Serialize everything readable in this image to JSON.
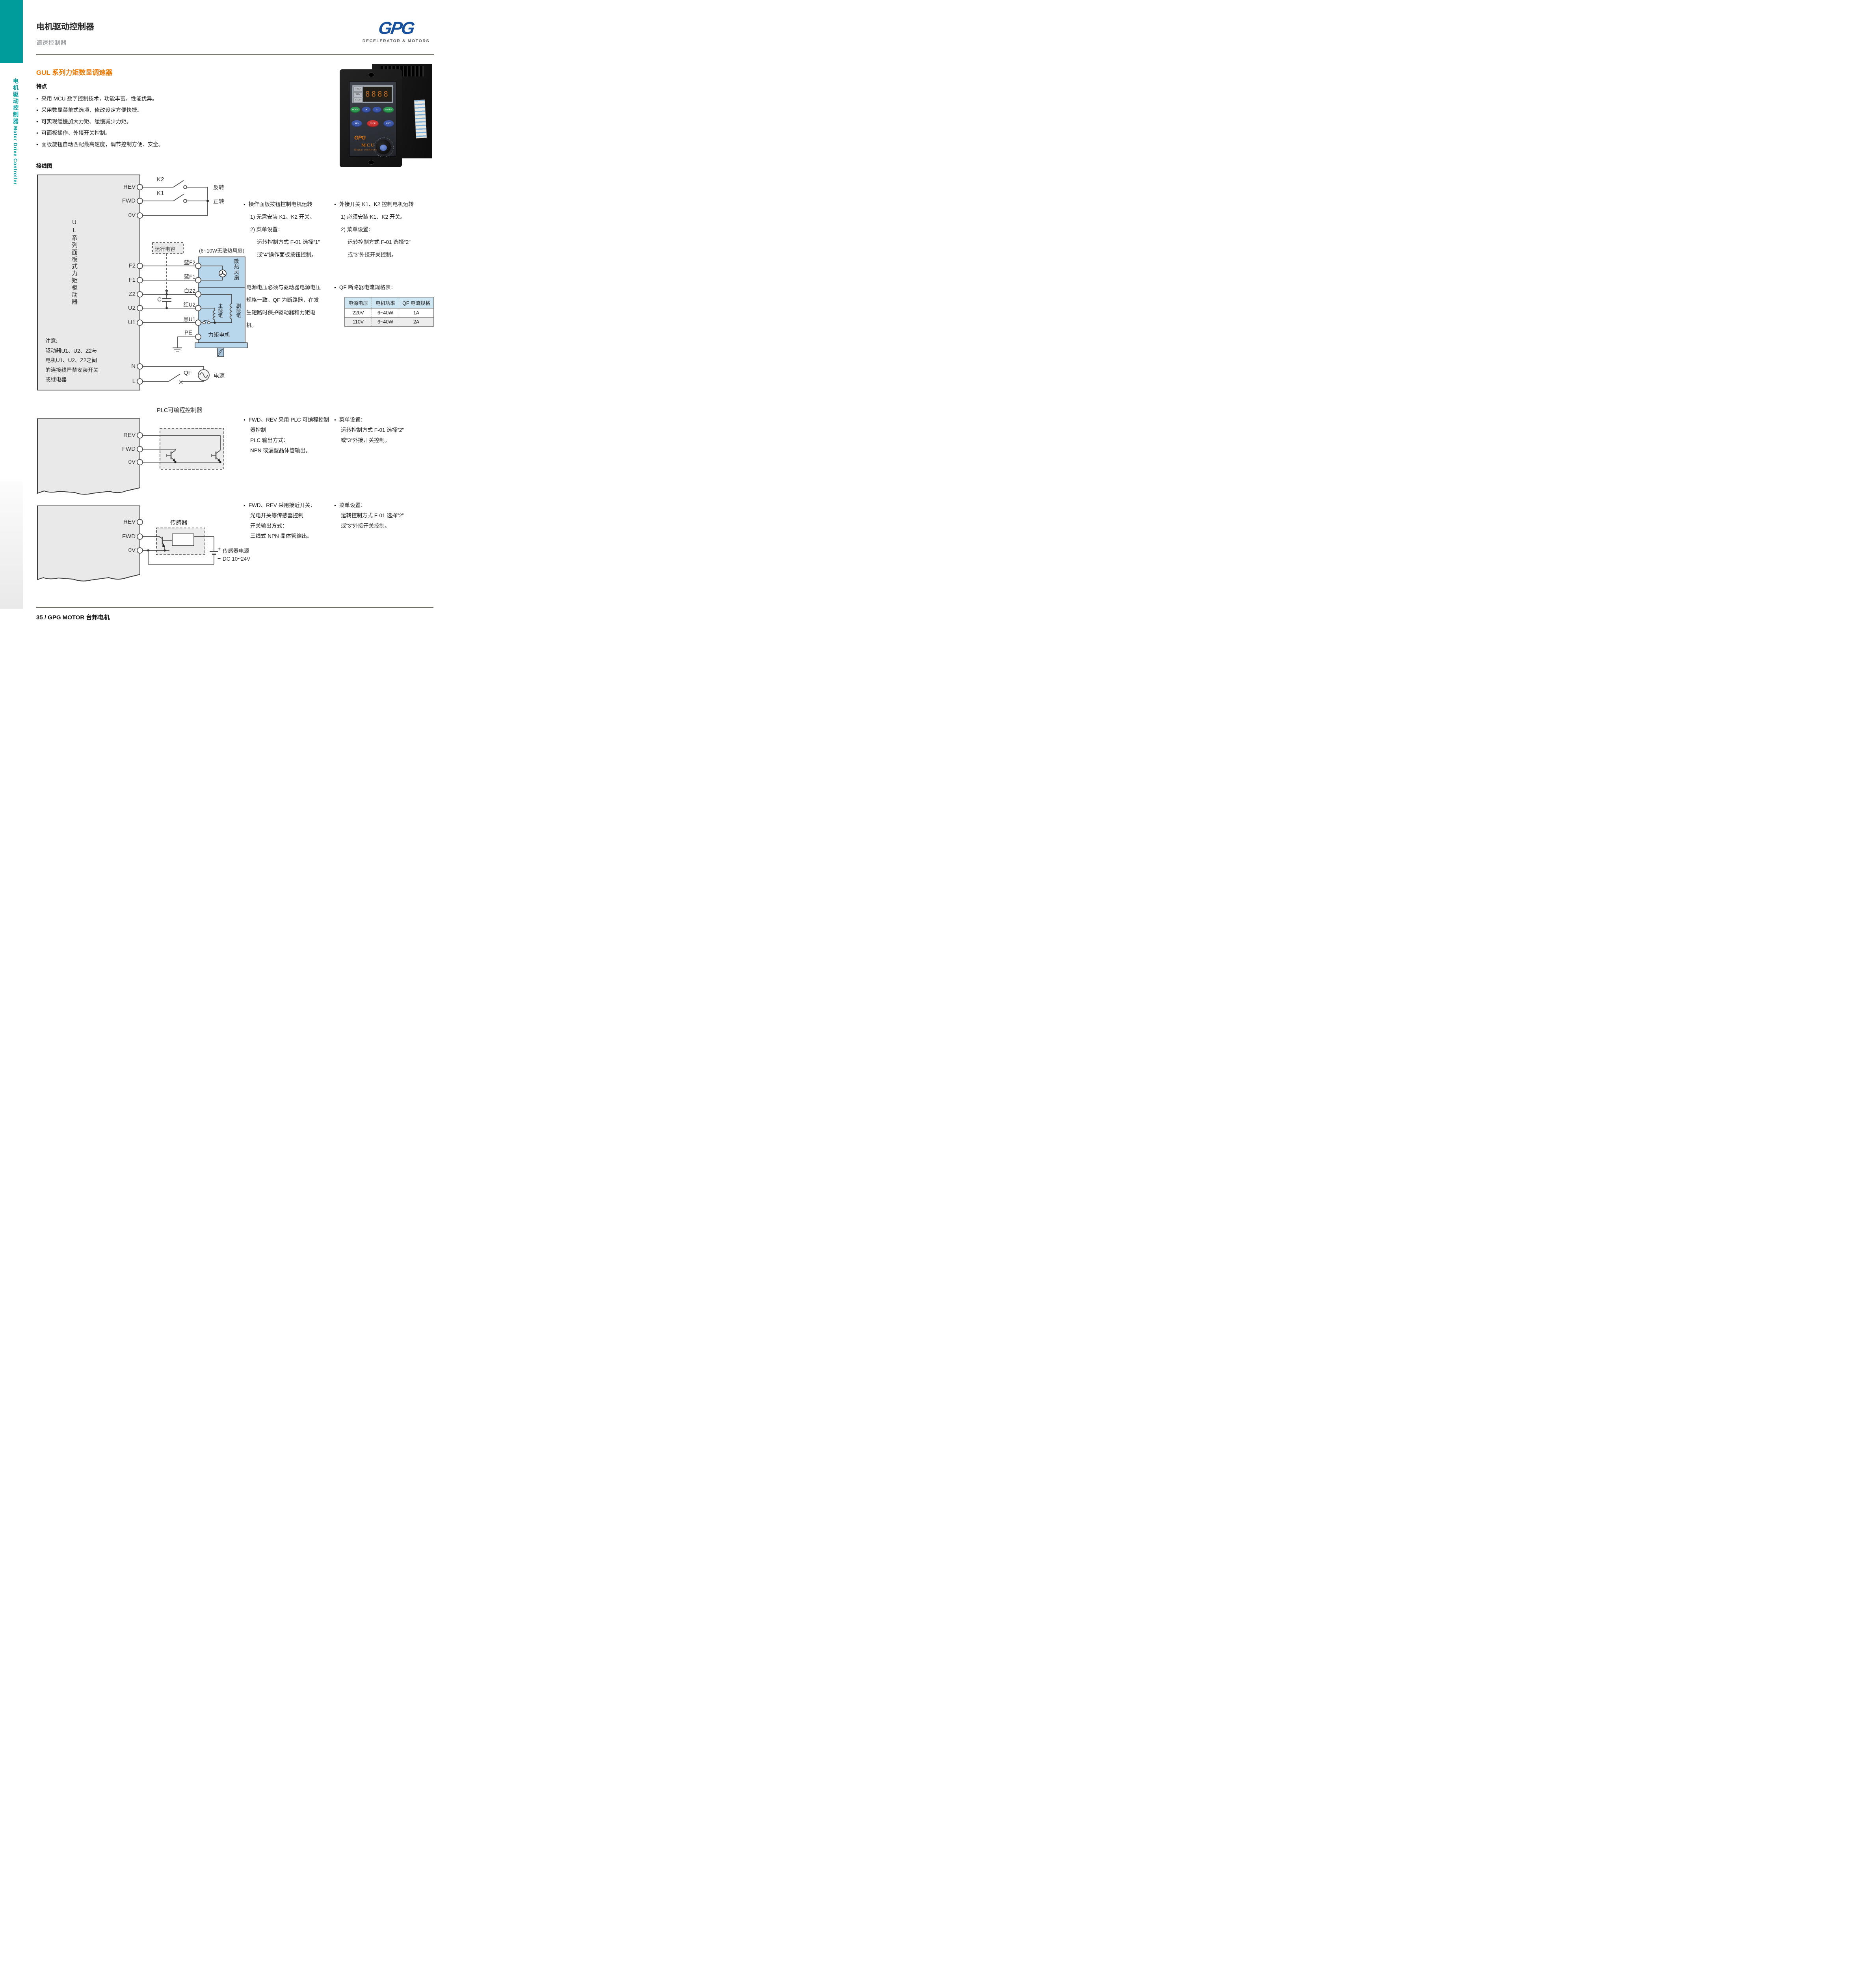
{
  "colors": {
    "brand_teal": "#009b9b",
    "heading_orange": "#ee7800",
    "logo_blue": "#17519e",
    "table_header_blue": "#cfe6f3",
    "motor_block_blue": "#b9d7ec"
  },
  "sidebar": {
    "title_zh": "电机驱动控制器",
    "title_en": "Motor Drive Controller"
  },
  "header": {
    "title": "电机驱动控制器",
    "subtitle": "调速控制器",
    "logo": "GPG",
    "logo_tagline": "DECELERATOR & MOTORS"
  },
  "intro": {
    "heading": "GUL 系列力矩数显调速器",
    "features_title": "特点",
    "features": [
      "采用 MCU 数字控制技术，功能丰富，性能优异。",
      "采用数显菜单式选项，修改设定方便快捷。",
      "可实现缓慢加大力矩、缓慢减少力矩。",
      "可面板操作、外接开关控制。",
      "面板旋钮自动匹配最高速度，调节控制方便、安全。"
    ]
  },
  "device": {
    "indicators": [
      "FWD",
      "REV",
      "STOP"
    ],
    "display": "8888",
    "btn_mode": "MODE",
    "btn_down": "▼",
    "btn_up": "▲",
    "btn_enter": "ENTER",
    "btn_rev": "REV",
    "btn_stop": "STOP",
    "btn_fwd": "FWD",
    "logo": "GPG",
    "mcu": "MCU",
    "sub": "Digtal technology"
  },
  "wiring": {
    "title": "接线图",
    "driver_label": "UL系列面板式力矩驱动器",
    "terminals": {
      "rev": "REV",
      "fwd": "FWD",
      "ov": "0V",
      "f2": "F2",
      "f1": "F1",
      "z2": "Z2",
      "u2": "U2",
      "u1": "U1",
      "n": "N",
      "l": "L",
      "pe": "PE"
    },
    "switches": {
      "k1": "K1",
      "k2": "K2",
      "qf": "QF",
      "c": "C"
    },
    "labels": {
      "reverse": "反转",
      "forward": "正转",
      "run_capacitor": "运行电容",
      "fan_note": "(6~10W无散热风扇)",
      "wire_f2": "蓝F2",
      "wire_f1": "蓝F1",
      "wire_z2": "白Z2",
      "wire_u2": "红U2",
      "wire_u1": "黑U1",
      "fan": "散热风扇",
      "main_winding": "主绕组",
      "aux_winding": "副绕组",
      "motor": "力矩电机",
      "power": "电源"
    },
    "note": {
      "lines": [
        "注意:",
        "驱动器U1、U2、Z2与",
        "电机U1、U2、Z2之间",
        "的连接线严禁安装开关",
        "或继电器"
      ]
    }
  },
  "notes_top": {
    "col1": [
      "操作面板按钮控制电机运转",
      "1) 无需安装 K1、K2 开关。",
      "2) 菜单设置：",
      "运转控制方式 F-01 选择“1”",
      "或”4”操作面板按钮控制。"
    ],
    "col2": [
      "外接开关 K1、K2 控制电机运转",
      "1) 必须安装 K1、K2 开关。",
      "2) 菜单设置：",
      "运转控制方式 F-01 选择“2”",
      "或”3”外接开关控制。"
    ]
  },
  "power_note": {
    "lines": [
      "电源电压必须与驱动器电源电压",
      "规格一致。QF 为断路器，在发",
      "生短路时保护驱动器和力矩电",
      "机。"
    ]
  },
  "qf_table": {
    "title": "QF 断路器电流规格表：",
    "headers": [
      "电源电压",
      "电机功率",
      "QF 电流规格"
    ],
    "rows": [
      [
        "220V",
        "6~40W",
        "1A"
      ],
      [
        "110V",
        "6~40W",
        "2A"
      ]
    ]
  },
  "plc": {
    "box_label": "PLC可编程控制器",
    "col1": [
      "FWD、REV 采用 PLC 可编程控制",
      "器控制",
      "PLC 输出方式：",
      "NPN 或漏型晶体管输出。"
    ],
    "col2": [
      "菜单设置：",
      "运转控制方式 F-01 选择“2”",
      "或“3“外接开关控制。"
    ]
  },
  "sensor": {
    "box_label": "传感器",
    "plus": "+",
    "minus": "−",
    "power_label": "传感器电源",
    "dc_label": "DC 10~24V",
    "col1": [
      "FWD、REV 采用接近开关、",
      "光电开关等传感器控制",
      "开关输出方式：",
      "三线式 NPN 晶体管输出。"
    ],
    "col2": [
      "菜单设置：",
      "运转控制方式 F-01 选择”2”",
      "或”3”外接开关控制。"
    ]
  },
  "footer": {
    "text": "35 / GPG MOTOR 台邦电机"
  }
}
